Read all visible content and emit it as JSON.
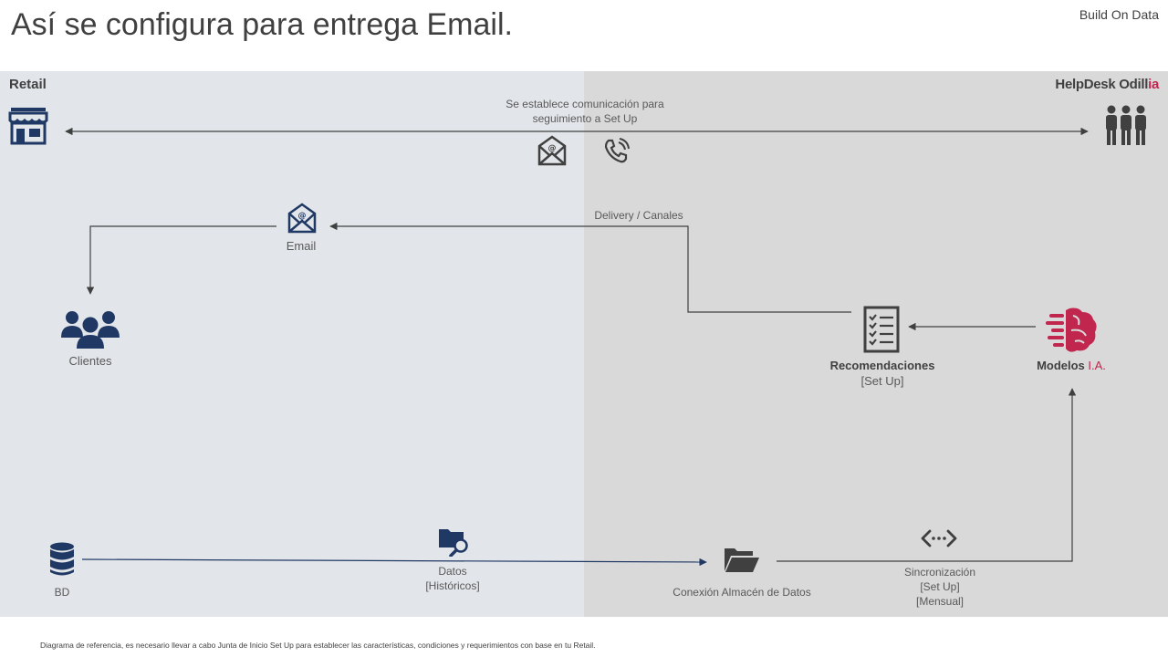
{
  "header": {
    "title": "Así se configura para entrega Email.",
    "brand": "Build On Data"
  },
  "panels": {
    "left_label": "Retail",
    "right_label_main": "HelpDesk Odill",
    "right_label_accent": "ia"
  },
  "flows": {
    "communication_line1": "Se establece comunicación para",
    "communication_line2": "seguimiento a Set Up",
    "delivery": "Delivery / Canales"
  },
  "nodes": {
    "email": "Email",
    "clientes": "Clientes",
    "recomendaciones": "Recomendaciones",
    "recomendaciones_sub": "[Set Up]",
    "modelos": "Modelos ",
    "modelos_accent": "I.A.",
    "bd": "BD",
    "datos": "Datos",
    "datos_sub": "[Históricos]",
    "conexion": "Conexión Almacén de Datos",
    "sync": "Sincronización",
    "sync_sub1": "[Set Up]",
    "sync_sub2": "[Mensual]"
  },
  "footer": {
    "note": "Diagrama de referencia, es necesario llevar a cabo Junta de Inicio Set Up para establecer las características, condiciones y requerimientos con base en tu Retail."
  },
  "colors": {
    "navy": "#1f3864",
    "dark": "#404040",
    "accent": "#c0264e",
    "left_panel": "#e2e5e9",
    "right_panel": "#d9d9d9"
  }
}
